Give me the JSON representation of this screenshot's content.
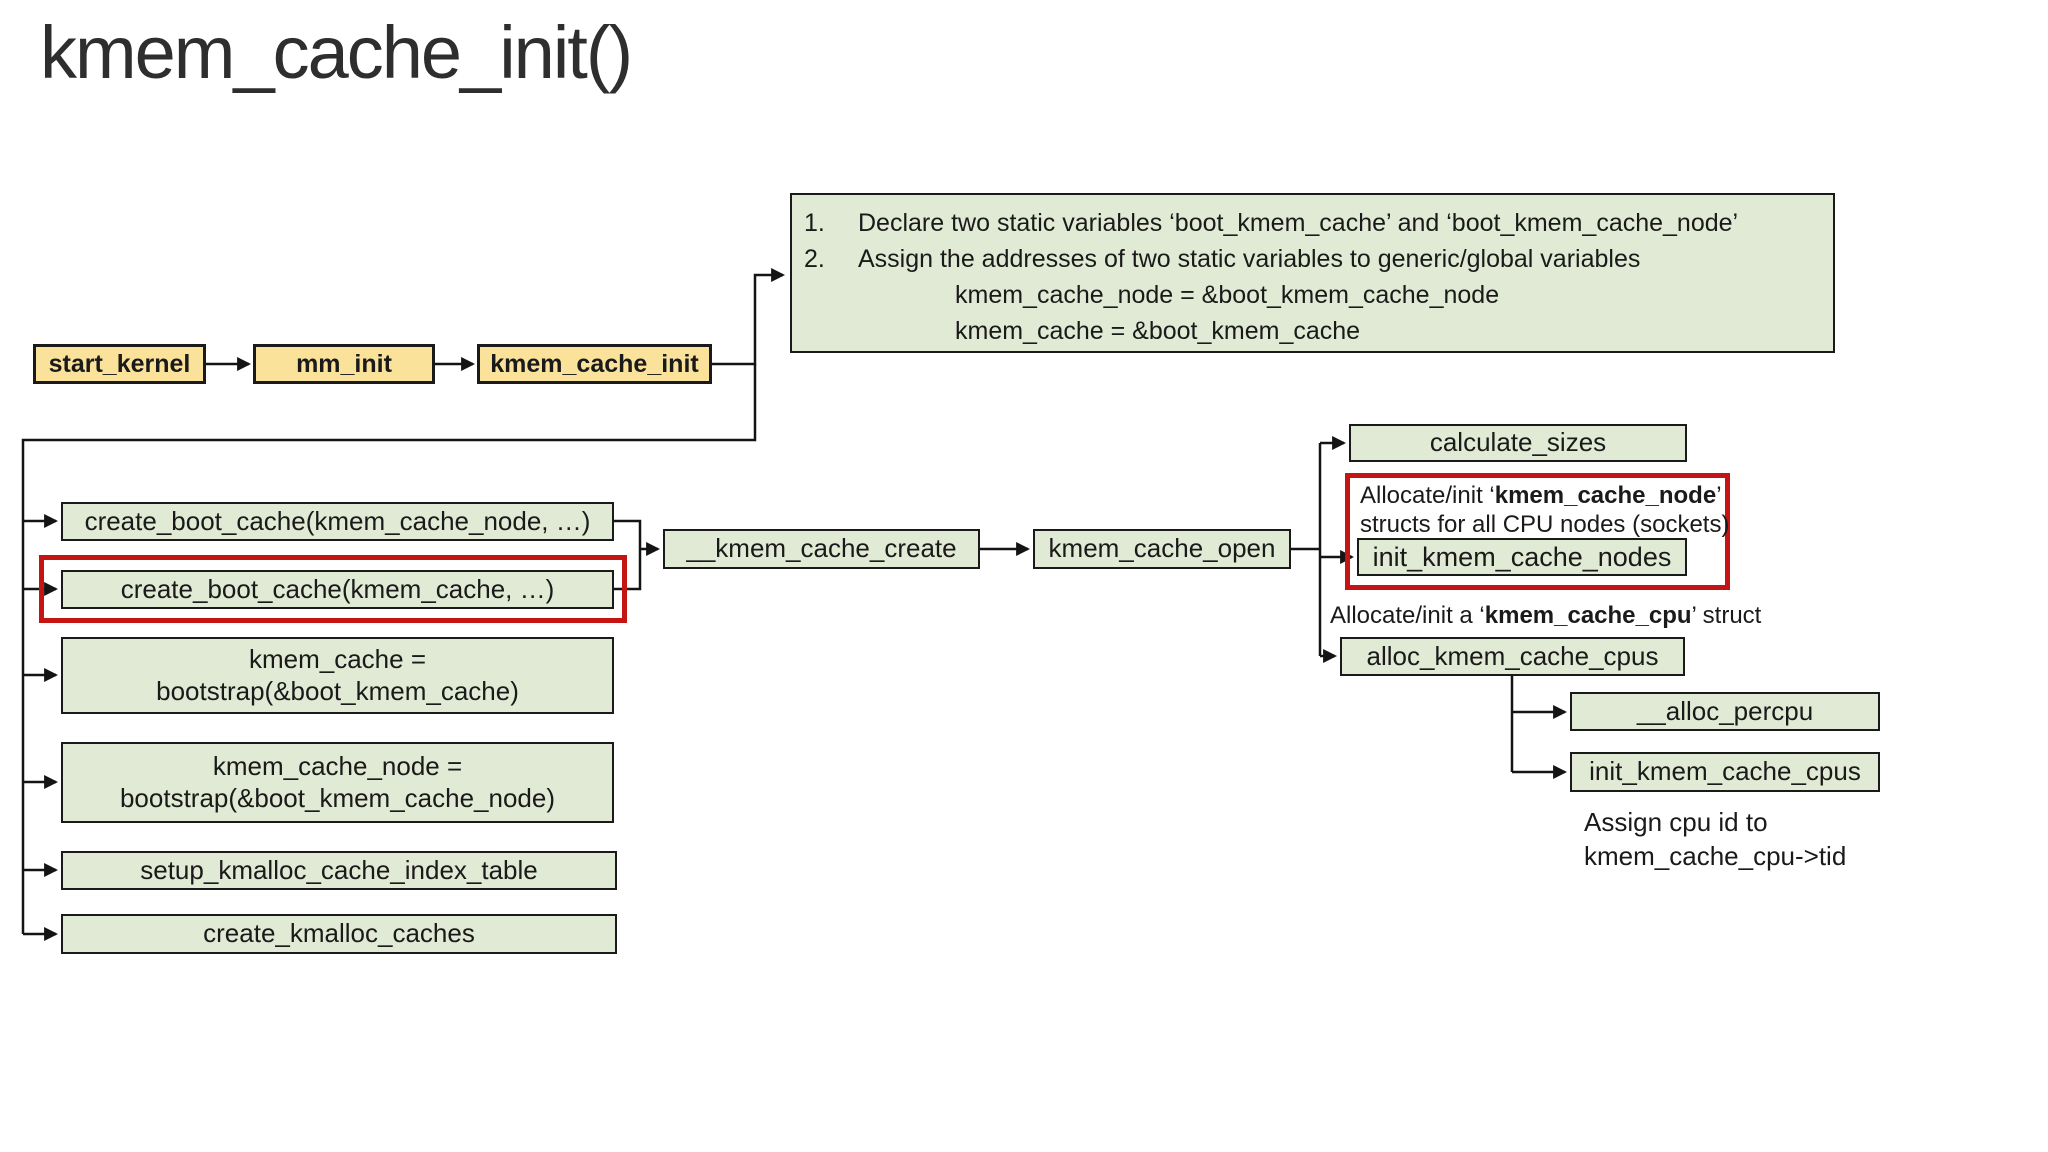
{
  "title": "kmem_cache_init()",
  "colors": {
    "box_green": "#e1ead4",
    "box_yellow": "#fbe29a",
    "border_black": "#1a1a1a",
    "highlight_red": "#c41414"
  },
  "flow_top": {
    "start_kernel": "start_kernel",
    "mm_init": "mm_init",
    "kmem_cache_init": "kmem_cache_init"
  },
  "note": {
    "item1_num": "1.",
    "item1_text": "Declare two static variables ‘boot_kmem_cache’ and ‘boot_kmem_cache_node’",
    "item2_num": "2.",
    "item2_text": "Assign the addresses of two static variables to generic/global variables",
    "line3": "kmem_cache_node = &boot_kmem_cache_node",
    "line4": "kmem_cache = &boot_kmem_cache"
  },
  "left_column": {
    "create_boot_cache_node": "create_boot_cache(kmem_cache_node, …)",
    "create_boot_cache": "create_boot_cache(kmem_cache, …)",
    "bootstrap_cache_line1": "kmem_cache =",
    "bootstrap_cache_line2": "bootstrap(&boot_kmem_cache)",
    "bootstrap_node_line1": "kmem_cache_node =",
    "bootstrap_node_line2": "bootstrap(&boot_kmem_cache_node)",
    "setup_kmalloc_cache_index_table": "setup_kmalloc_cache_index_table",
    "create_kmalloc_caches": "create_kmalloc_caches"
  },
  "middle": {
    "kmem_cache_create": "__kmem_cache_create",
    "kmem_cache_open": "kmem_cache_open"
  },
  "right_column": {
    "calculate_sizes": "calculate_sizes",
    "nodes_note_pre": "Allocate/init ‘",
    "nodes_note_bold": "kmem_cache_node",
    "nodes_note_post": "’",
    "nodes_note_line2": "structs for all CPU nodes (sockets)",
    "init_kmem_cache_nodes": "init_kmem_cache_nodes",
    "cpu_note_pre": "Allocate/init a ‘",
    "cpu_note_bold": "kmem_cache_cpu",
    "cpu_note_post": "’ struct",
    "alloc_kmem_cache_cpus": "alloc_kmem_cache_cpus",
    "alloc_percpu": "__alloc_percpu",
    "init_kmem_cache_cpus": "init_kmem_cache_cpus",
    "tid_note_line1": "Assign cpu id to",
    "tid_note_line2": "kmem_cache_cpu->tid"
  }
}
